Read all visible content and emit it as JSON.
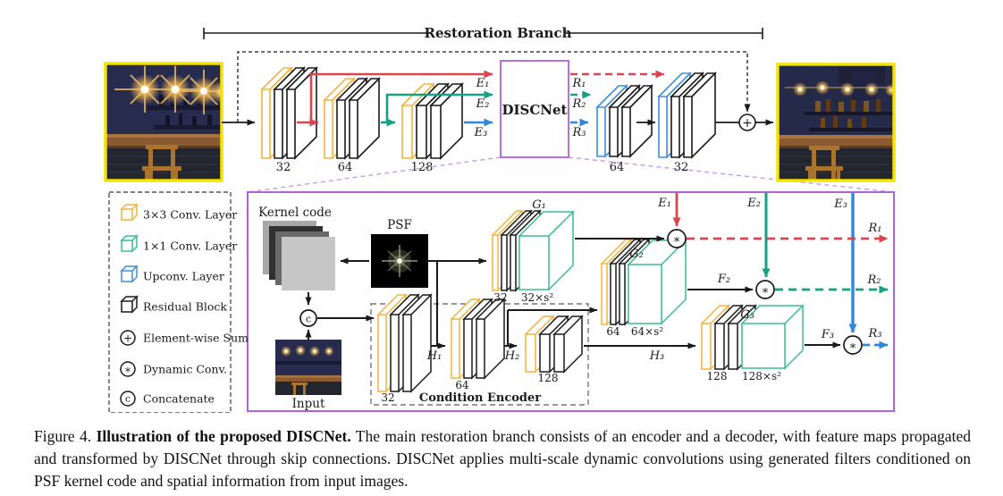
{
  "header": {
    "bracket_label": "Restoration Branch"
  },
  "top_row": {
    "discnet_label": "DISCNet",
    "encoder_stage_labels": [
      "32",
      "64",
      "128"
    ],
    "decoder_stage_labels": [
      "64",
      "32"
    ]
  },
  "labels": {
    "e": [
      "E₁",
      "E₂",
      "E₃"
    ],
    "r": [
      "R₁",
      "R₂",
      "R₃"
    ],
    "h": [
      "H₁",
      "H₂",
      "H₃"
    ],
    "g": [
      "G₁",
      "G₂",
      "G₃"
    ],
    "f": [
      "F₂",
      "F₃"
    ]
  },
  "symbols": {
    "sum": "+",
    "dynamic_conv": "∗",
    "concat": "c"
  },
  "legend": {
    "items": [
      {
        "icon": "conv3x3-cube-icon",
        "label": "3×3 Conv. Layer"
      },
      {
        "icon": "conv1x1-cube-icon",
        "label": "1×1 Conv. Layer"
      },
      {
        "icon": "upconv-cube-icon",
        "label": "Upconv. Layer"
      },
      {
        "icon": "residual-cube-icon",
        "label": "Residual Block"
      },
      {
        "icon": "plus-circle-icon",
        "label": "Element-wise Sum"
      },
      {
        "icon": "asterisk-circle-icon",
        "label": "Dynamic Conv."
      },
      {
        "icon": "c-circle-icon",
        "label": "Concatenate"
      }
    ]
  },
  "detail": {
    "kernel_code_label": "Kernel code",
    "psf_label": "PSF",
    "input_label": "Input",
    "condition_encoder_label": "Condition Encoder",
    "generator_stage_labels": [
      "32",
      "32×s²",
      "64",
      "64×s²",
      "128",
      "128×s²"
    ],
    "condition_stage_labels": [
      "32",
      "64",
      "128"
    ]
  },
  "caption": {
    "prefix": "Figure 4. ",
    "bold": "Illustration of the proposed DISCNet.",
    "rest": " The main restoration branch consists of an encoder and a decoder, with feature maps propagated and transformed by DISCNet through skip connections. DISCNet applies multi-scale dynamic convolutions using generated filters conditioned on PSF kernel code and spatial information from input images."
  },
  "colors": {
    "conv3x3_yellow": "#F2B43F",
    "conv1x1_green": "#35BD94",
    "upconv_blue": "#3E8EDC",
    "residual_black": "#1A1A1A",
    "skip1_red": "#D9464F",
    "skip2_green": "#16A085",
    "skip3_blue": "#2F88DC",
    "discnet_purple": "#AE63D6",
    "image_border_yellow": "#F2E300"
  }
}
